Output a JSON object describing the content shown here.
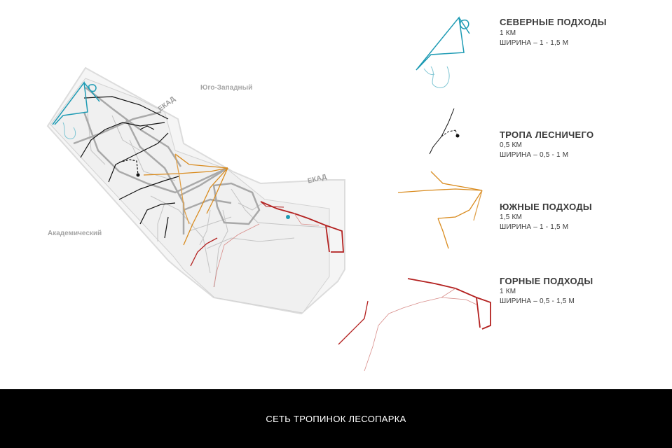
{
  "map": {
    "district_labels": {
      "southwest": "Юго-Западный",
      "academic": "Академический"
    },
    "ring_road_label_1": "ЕКАД",
    "ring_road_label_2": "ЕКАД",
    "colors": {
      "north": "#1e9bb4",
      "forester": "#111111",
      "south": "#d98b1e",
      "mountain": "#b3201f",
      "park_fill": "#f1f1f1",
      "main_paths": "#a9a9a9"
    }
  },
  "legend": [
    {
      "title": "СЕВЕРНЫЕ ПОДХОДЫ",
      "length": "1 КМ",
      "width": "ШИРИНА – 1 - 1,5 М",
      "icon": "north-route-icon"
    },
    {
      "title": "ТРОПА ЛЕСНИЧЕГО",
      "length": "0,5 КМ",
      "width": "ШИРИНА – 0,5 - 1 М",
      "icon": "forester-route-icon"
    },
    {
      "title": "ЮЖНЫЕ ПОДХОДЫ",
      "length": "1,5 КМ",
      "width": "ШИРИНА – 1 - 1,5 М",
      "icon": "south-route-icon"
    },
    {
      "title": "ГОРНЫЕ ПОДХОДЫ",
      "length": "1 КМ",
      "width": "ШИРИНА – 0,5 - 1,5 М",
      "icon": "mountain-route-icon"
    }
  ],
  "footer": {
    "caption": "СЕТЬ ТРОПИНОК ЛЕСОПАРКА"
  }
}
